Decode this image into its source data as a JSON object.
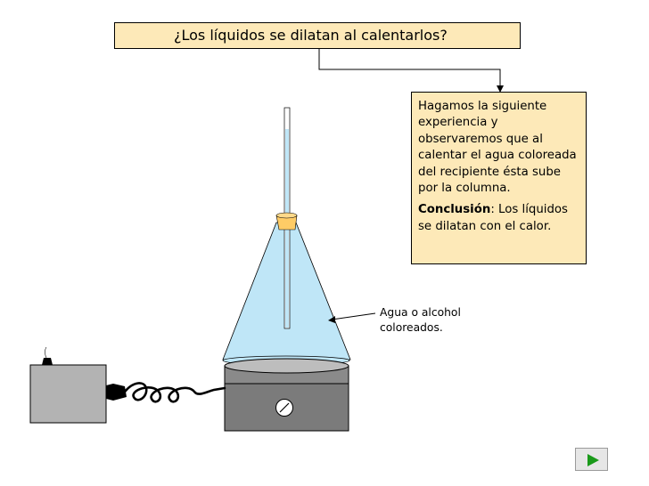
{
  "title": "¿Los líquidos se dilatan al calentarlos?",
  "info": {
    "paragraph": "Hagamos la siguiente experiencia y observaremos que al calentar el agua coloreada del recipiente ésta sube por la columna.",
    "conclusion_label": "Conclusión",
    "conclusion_text": ": Los líquidos se dilatan con el calor."
  },
  "liquid_label": "Agua o alcohol coloreados.",
  "nav": {
    "next_icon": "play-triangle-icon"
  },
  "colors": {
    "box_fill": "#fde9b8",
    "liquid": "#bfe6f7",
    "stopper": "#ffcc66",
    "heater": "#7a7a7a",
    "next_arrow": "#1a9a1a"
  }
}
